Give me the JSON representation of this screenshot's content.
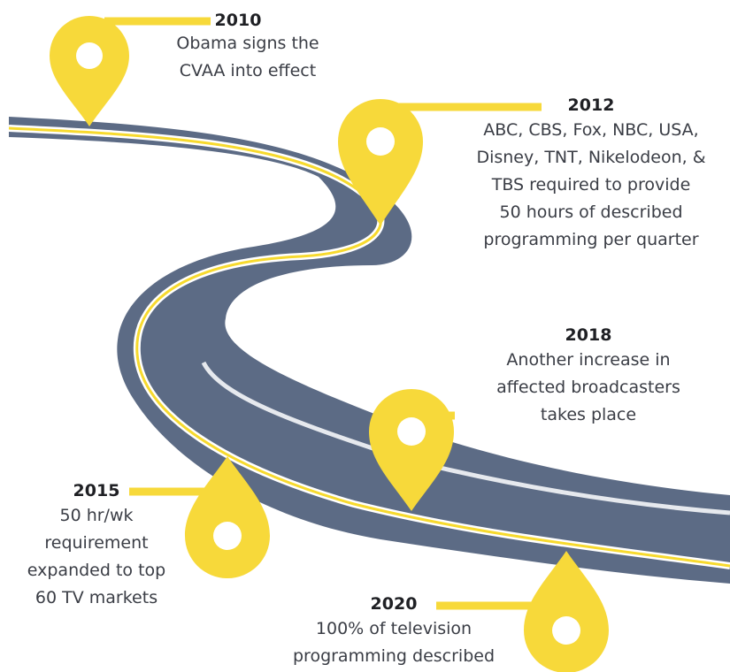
{
  "colors": {
    "road": "#5c6b85",
    "road_edge": "#e6e9ee",
    "center_line": "#f7da2e",
    "marker": "#f7d93a",
    "connector": "#f7d93a",
    "text": "#3a3d45"
  },
  "milestones": [
    {
      "year": "2010",
      "lines": [
        "Obama signs the",
        "CVAA into effect"
      ]
    },
    {
      "year": "2012",
      "lines": [
        "ABC, CBS, Fox, NBC, USA,",
        "Disney, TNT, Nikelodeon, &",
        "TBS required to provide",
        "50 hours of described",
        "programming per quarter"
      ]
    },
    {
      "year": "2018",
      "lines": [
        "Another increase in",
        "affected broadcasters",
        "takes place"
      ]
    },
    {
      "year": "2015",
      "lines": [
        "50 hr/wk",
        "requirement",
        "expanded to top",
        "60 TV markets"
      ]
    },
    {
      "year": "2020",
      "lines": [
        "100% of television",
        "programming described"
      ]
    }
  ]
}
